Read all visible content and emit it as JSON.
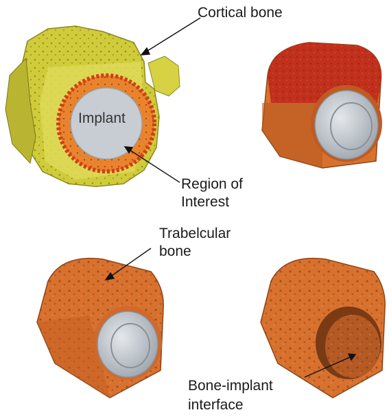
{
  "labels": {
    "cortical_bone": "Cortical bone",
    "implant": "Implant",
    "region_line1": "Region of",
    "region_line2": "Interest",
    "trab_line1": "Trabelcular",
    "trab_line2": "bone",
    "bi_line1": "Bone-implant",
    "bi_line2": "interface"
  },
  "colors": {
    "cortical": "#d4d040",
    "roi_red": "#e04a20",
    "roi_orange": "#e8842c",
    "trabecular": "#d9712e",
    "implant_grey": "#c6ccd2",
    "arrow": "#111111"
  }
}
